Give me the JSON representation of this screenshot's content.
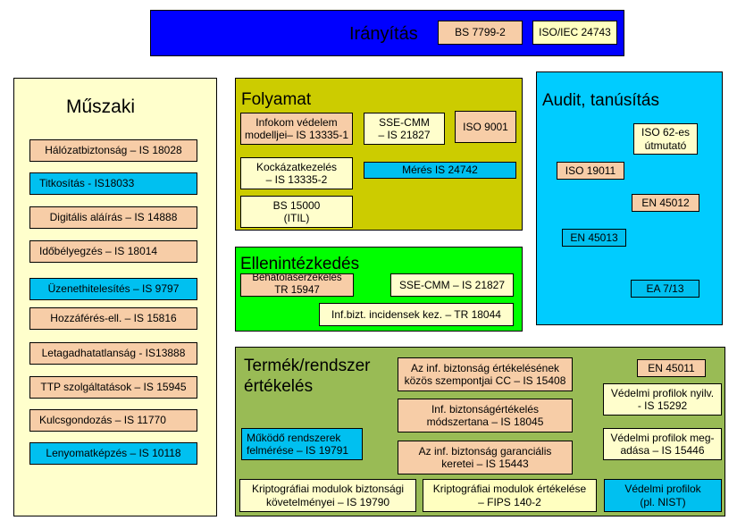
{
  "iranyitas": {
    "title": "Irányítás",
    "items": [
      "BS 7799-2",
      "ISO/IEC 24743"
    ]
  },
  "muszaki": {
    "title": "Műszaki",
    "items": [
      "Hálózatbiztonság – IS 18028",
      "Titkosítás - IS18033",
      "Digitális aláírás – IS 14888",
      "Időbélyegzés – IS 18014",
      "Üzenethitelesítés – IS 9797",
      "Hozzáférés-ell. – IS 15816",
      "Letagadhatatlanság - IS13888",
      "TTP szolgáltatások – IS 15945",
      "Kulcsgondozás – IS 11770",
      "Lenyomatképzés –  IS 10118"
    ]
  },
  "folyamat": {
    "title": "Folyamat",
    "items": [
      "Infokom védelem\nmodelljei– IS 13335-1",
      "SSE-CMM\n– IS 21827",
      "ISO 9001",
      "Kockázatkezelés\n– IS 13335-2",
      "Mérés IS 24742",
      "BS 15000\n(ITIL)"
    ]
  },
  "audit": {
    "title": "Audit, tanúsítás",
    "items": [
      "ISO 62-es\nútmutató",
      "ISO 19011",
      "EN 45012",
      "EN 45013",
      "EA 7/13"
    ]
  },
  "ellen": {
    "title": "Ellenintézkedés",
    "items": [
      "Behatolásérzékelés\nTR 15947",
      "SSE-CMM – IS 21827",
      "Inf.bizt. incidensek kez. – TR 18044"
    ]
  },
  "termek": {
    "title": "Termék/rendszer\nértékelés",
    "items": [
      "Az inf. biztonság értékelésének\nközös szempontjai CC – IS 15408",
      "EN 45011",
      "Védelmi profilok nyilv.\n- IS 15292",
      "Inf. biztonságértékelés\nmódszertana – IS 18045",
      "Működő rendszerek\nfelmérése – IS 19791",
      "Az inf. biztonság garanciális\nkeretei – IS 15443",
      "Védelmi profilok meg-\nadása – IS 15446",
      "Kriptográfiai modulok biztonsági\nkövetelményei – IS 19790",
      "Kriptográfiai modulok értékelése\n– FIPS 140-2",
      "Védelmi profilok\n(pl. NIST)"
    ]
  },
  "colors": {
    "iranyitas_bg": "#0000ff",
    "muszaki_bg": "#ffffcc",
    "folyamat_bg": "#cccc00",
    "audit_bg": "#00ccff",
    "ellen_bg": "#00ff00",
    "termek_bg": "#99bb55",
    "box_tan": "#f7cda7",
    "box_cyan": "#00c0f0",
    "box_yellow": "#fffecc"
  }
}
